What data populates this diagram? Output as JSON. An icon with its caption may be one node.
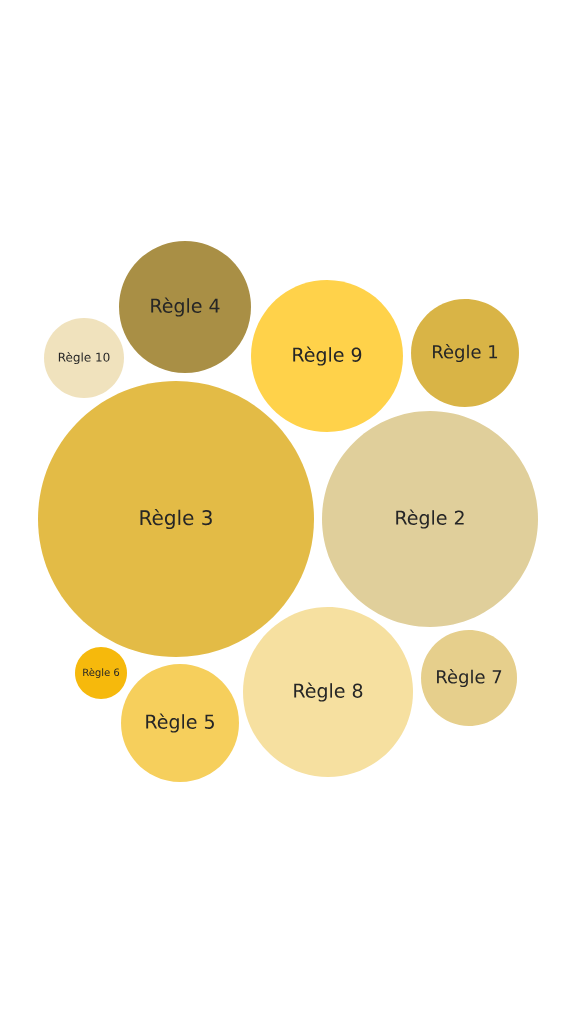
{
  "diagram": {
    "nodes": [
      {
        "text": [
          "Règle 10"
        ]
      },
      {
        "text": [
          "Règle 4"
        ]
      },
      {
        "text": [
          "Règle 9"
        ]
      },
      {
        "text": [
          "Règle 1"
        ]
      },
      {
        "text": [
          "Règle 3"
        ]
      },
      {
        "text": [
          "Règle 2"
        ]
      },
      {
        "text": [
          "Règle 6"
        ]
      },
      {
        "text": [
          "Règle 5"
        ]
      },
      {
        "text": [
          "Règle 8"
        ]
      },
      {
        "text": [
          "Règle 7"
        ]
      }
    ]
  }
}
